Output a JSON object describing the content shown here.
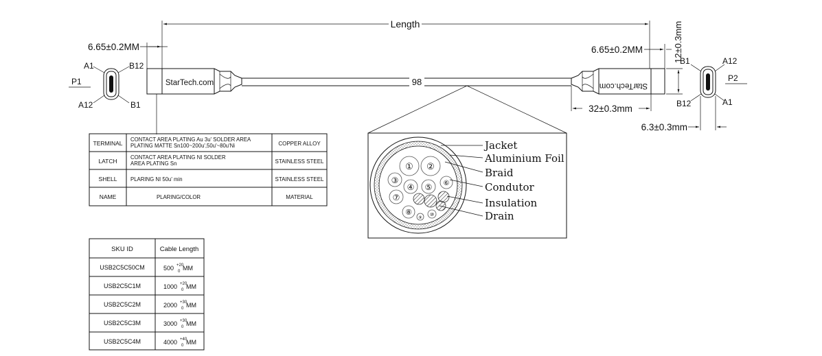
{
  "drawing": {
    "length_label": "Length",
    "dim_left_plug": "6.65±0.2MM",
    "dim_right_plug": "6.65±0.2MM",
    "dim_height": "12±0.3mm",
    "dim_body": "32±0.3mm",
    "dim_width": "6.3±0.3mm",
    "break_mark": "98",
    "brand": "StarTech.com",
    "p1": "P1",
    "p2": "P2",
    "pins_left": [
      "A1",
      "B12",
      "A12",
      "B1"
    ],
    "pins_right": [
      "B1",
      "A12",
      "B12",
      "A1"
    ]
  },
  "materials_table": {
    "rows": [
      {
        "part": "TERMINAL",
        "plating": [
          "CONTACT AREA PLATING Au 3u' SOLDER AREA",
          "PLATING MATTE Sn100~200u',50u'~80u'Ni"
        ],
        "material": "COPPER ALLOY"
      },
      {
        "part": "LATCH",
        "plating": [
          "CONTACT AREA PLATING NI SOLDER",
          "AREA PLATING Sn"
        ],
        "material": "STAINLESS STEEL"
      },
      {
        "part": "SHELL",
        "plating": [
          "PLARING NI 50u' min"
        ],
        "material": "STAINLESS STEEL"
      },
      {
        "part": "NAME",
        "plating": [
          "PLARING/COLOR"
        ],
        "material": "MATERIAL"
      }
    ]
  },
  "cross_section": {
    "labels": [
      "Jacket",
      "Aluminium Foil",
      "Braid",
      "Condutor",
      "Insulation",
      "Drain"
    ],
    "conductor_numbers": [
      "①",
      "②",
      "③",
      "④",
      "⑤",
      "⑥",
      "⑦",
      "⑧",
      "⑨",
      "⑩"
    ]
  },
  "sku_table": {
    "headers": [
      "SKU ID",
      "Cable Length"
    ],
    "rows": [
      {
        "sku": "USB2C5C50CM",
        "length": "500",
        "tol_plus": "+20",
        "tol_minus": "0",
        "unit": "MM"
      },
      {
        "sku": "USB2C5C1M",
        "length": "1000",
        "tol_plus": "+20",
        "tol_minus": "0",
        "unit": "MM"
      },
      {
        "sku": "USB2C5C2M",
        "length": "2000",
        "tol_plus": "+30",
        "tol_minus": "0",
        "unit": "MM"
      },
      {
        "sku": "USB2C5C3M",
        "length": "3000",
        "tol_plus": "+30",
        "tol_minus": "0",
        "unit": "MM"
      },
      {
        "sku": "USB2C5C4M",
        "length": "4000",
        "tol_plus": "+40",
        "tol_minus": "0",
        "unit": "MM"
      }
    ]
  }
}
